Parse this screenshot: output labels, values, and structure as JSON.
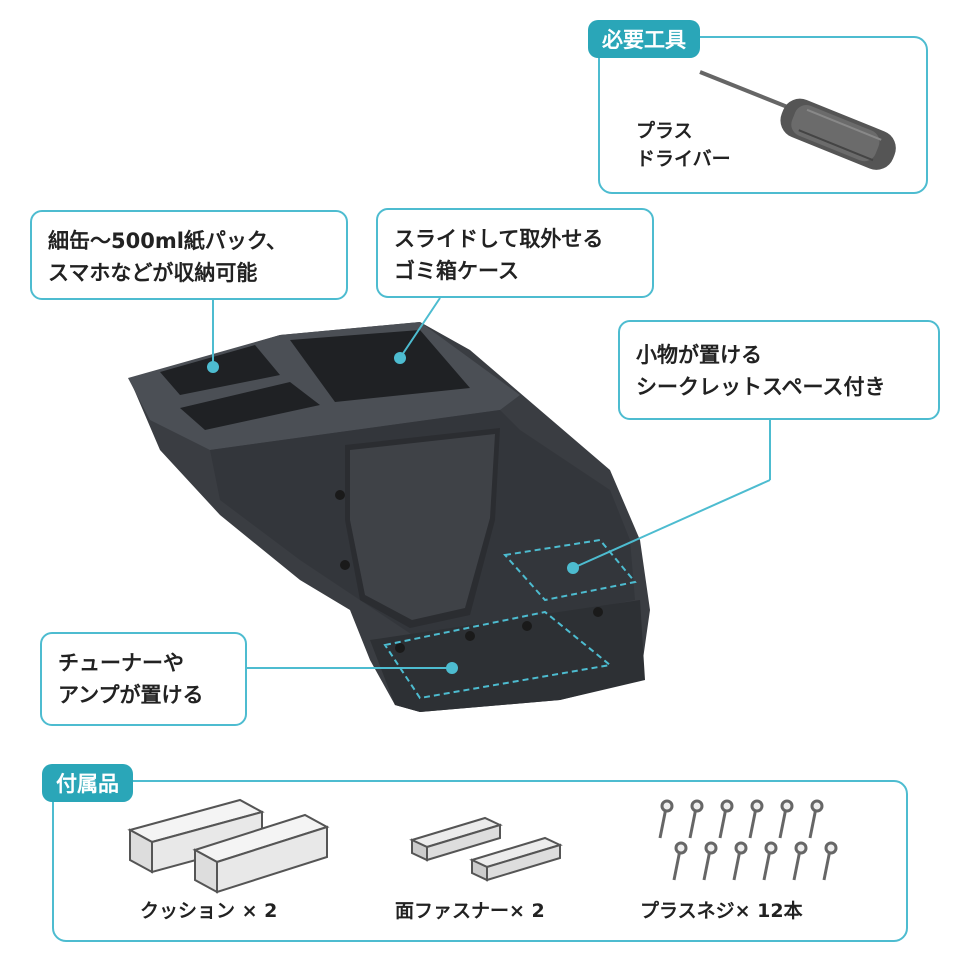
{
  "tools": {
    "heading": "必要工具",
    "screwdriver_label": "プラス\nドライバー"
  },
  "callouts": {
    "storage": "細缶〜500ml紙パック、\nスマホなどが収納可能",
    "trash": "スライドして取外せる\nゴミ箱ケース",
    "secret": "小物が置ける\nシークレットスペース付き",
    "tuner": "チューナーや\nアンプが置ける"
  },
  "accessories": {
    "heading": "付属品",
    "cushion": "クッション × 2",
    "fastener": "面ファスナー× 2",
    "screws": "プラスネジ× 12本"
  },
  "colors": {
    "accent": "#4dbcd0",
    "tag_bg": "#2aa6b8",
    "product": "#3a3d42"
  }
}
